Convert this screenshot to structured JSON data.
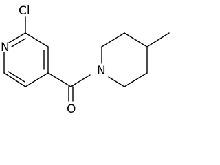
{
  "structure": {
    "atoms": {
      "chlorine": "Cl",
      "pyridine_nitrogen": "N",
      "carbonyl_oxygen": "O",
      "piperidine_nitrogen": "N"
    },
    "colors": {
      "bond": "#000000",
      "label": "#000000",
      "background": "#ffffff"
    }
  }
}
